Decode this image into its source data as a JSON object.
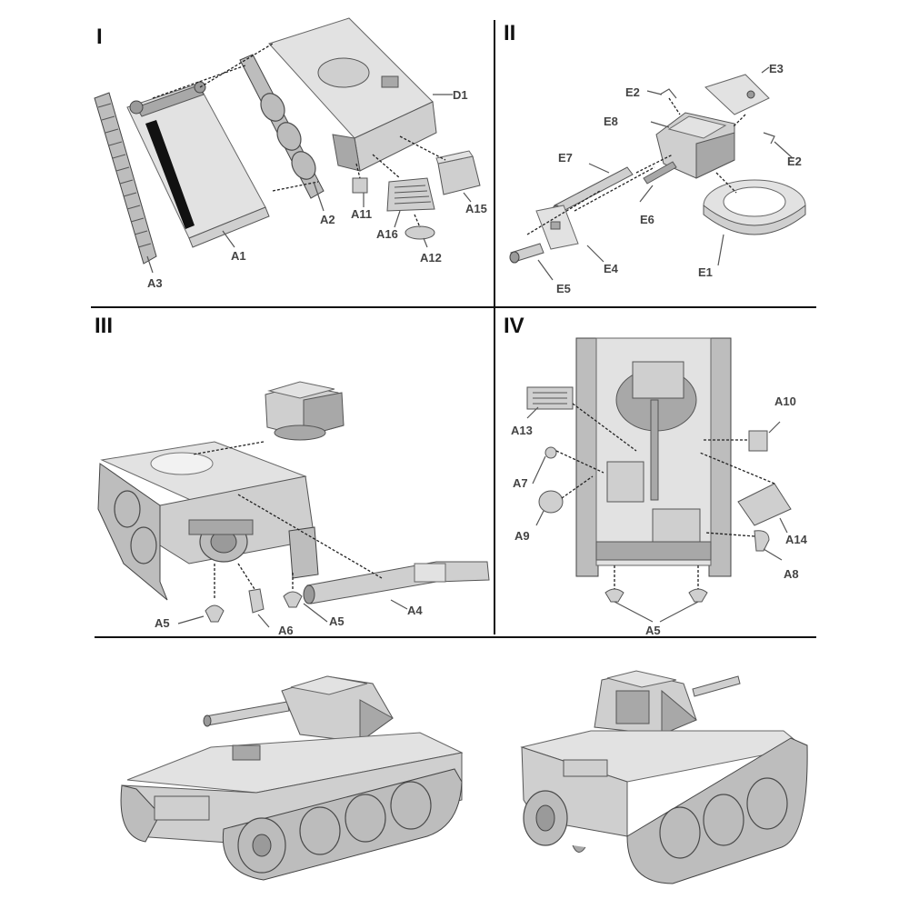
{
  "steps": [
    {
      "numeral": "I"
    },
    {
      "numeral": "II"
    },
    {
      "numeral": "III"
    },
    {
      "numeral": "IV"
    }
  ],
  "parts": {
    "step1": [
      "D1",
      "A2",
      "A11",
      "A15",
      "A16",
      "A12",
      "A1",
      "A3"
    ],
    "step2": [
      "E3",
      "E2",
      "E8",
      "E2",
      "E7",
      "E6",
      "E1",
      "E4",
      "E5"
    ],
    "step3": [
      "A5",
      "A6",
      "A5",
      "A4"
    ],
    "step4": [
      "A10",
      "A13",
      "A7",
      "A9",
      "A14",
      "A8",
      "A5"
    ]
  },
  "colors": {
    "part_fill": "#cfcfcf",
    "part_shadow": "#a8a8a8",
    "line": "#111111",
    "label": "#444444"
  }
}
